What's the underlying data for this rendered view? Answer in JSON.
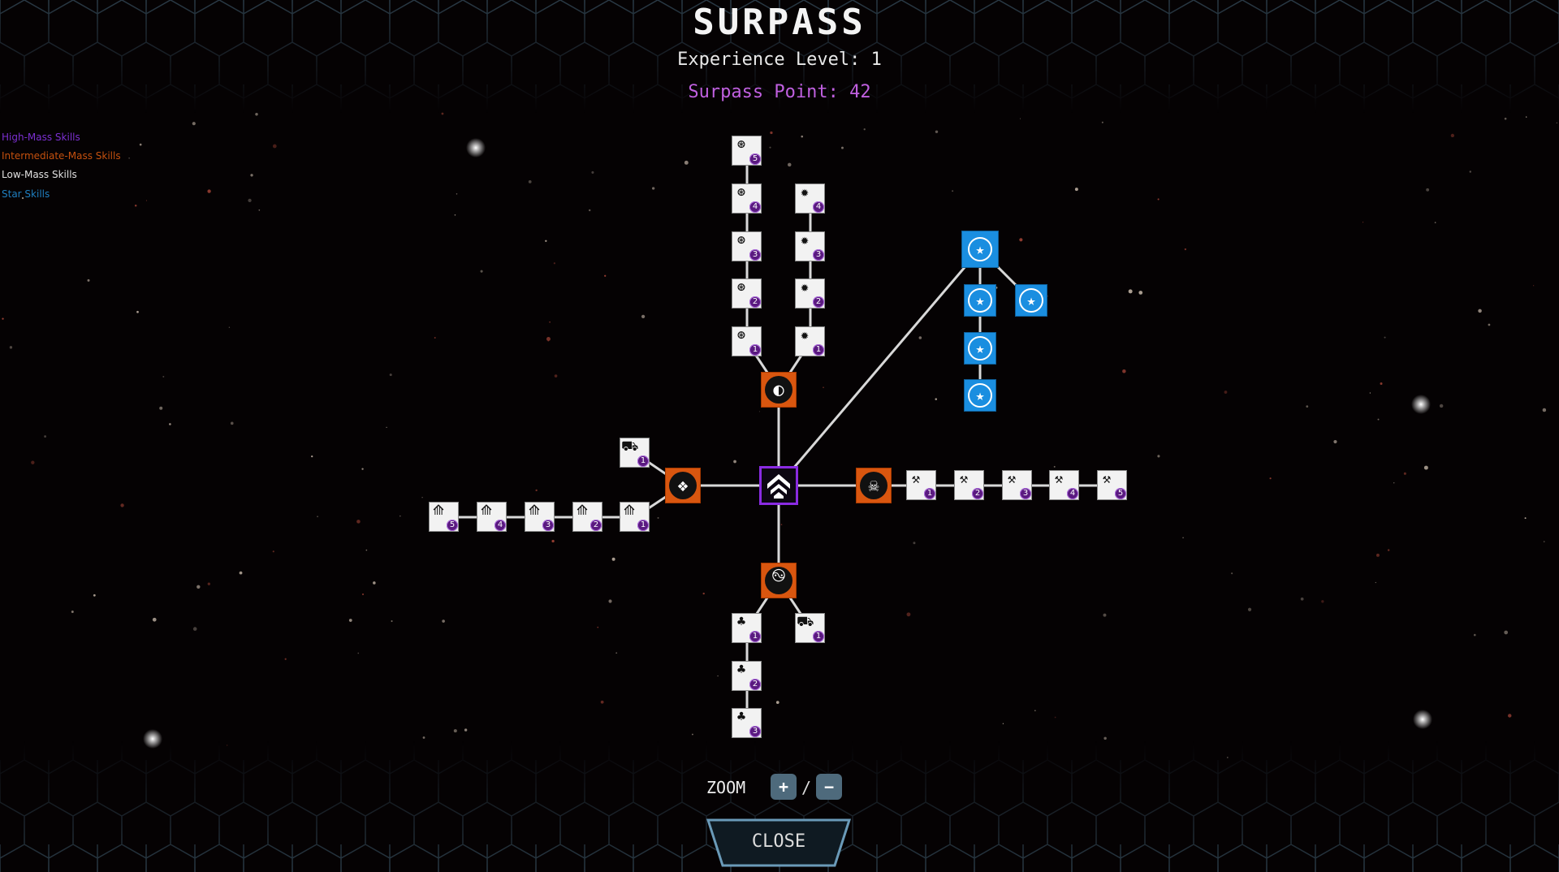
{
  "header": {
    "title": "SURPASS",
    "experience_level": "Experience Level: 1",
    "surpass_point": "Surpass Point: 42"
  },
  "legend": [
    {
      "label": "High-Mass Skills",
      "color": "#7b2fd0"
    },
    {
      "label": "Intermediate-Mass Skills",
      "color": "#c4500e"
    },
    {
      "label": "Low-Mass Skills",
      "color": "#e0e0e0"
    },
    {
      "label": "Star Skills",
      "color": "#1f7fc0"
    }
  ],
  "nodes": [
    {
      "id": "core",
      "type": "center",
      "icon": "chevrons-up-icon"
    },
    {
      "id": "top-hub",
      "type": "orange",
      "icon": "egg-icon",
      "glyph": "◐"
    },
    {
      "id": "left-hub",
      "type": "orange",
      "icon": "crystal-icon",
      "glyph": "❖"
    },
    {
      "id": "right-hub",
      "type": "orange",
      "icon": "skull-icon",
      "glyph": "☠"
    },
    {
      "id": "bottom-hub",
      "type": "orange",
      "icon": "swirl-icon",
      "glyph": "࿊"
    },
    {
      "id": "target-1",
      "type": "low",
      "icon": "target-icon",
      "glyph": "⊛",
      "level": "1"
    },
    {
      "id": "target-2",
      "type": "low",
      "icon": "target-icon",
      "glyph": "⊛",
      "level": "2"
    },
    {
      "id": "target-3",
      "type": "low",
      "icon": "target-icon",
      "glyph": "⊛",
      "level": "3"
    },
    {
      "id": "target-4",
      "type": "low",
      "icon": "target-icon",
      "glyph": "⊛",
      "level": "4"
    },
    {
      "id": "target-5",
      "type": "low",
      "icon": "target-icon",
      "glyph": "⊛",
      "level": "5"
    },
    {
      "id": "spikes-1",
      "type": "low",
      "icon": "spiked-orb-icon",
      "glyph": "✹",
      "level": "1"
    },
    {
      "id": "spikes-2",
      "type": "low",
      "icon": "spiked-orb-icon",
      "glyph": "✹",
      "level": "2"
    },
    {
      "id": "spikes-3",
      "type": "low",
      "icon": "spiked-orb-icon",
      "glyph": "✹",
      "level": "3"
    },
    {
      "id": "spikes-4",
      "type": "low",
      "icon": "spiked-orb-icon",
      "glyph": "✹",
      "level": "4"
    },
    {
      "id": "cart-left-1",
      "type": "low",
      "icon": "mine-cart-icon",
      "glyph": "⛟",
      "level": "1"
    },
    {
      "id": "crystal-1",
      "type": "low",
      "icon": "crystal-cluster-icon",
      "glyph": "⟰",
      "level": "1"
    },
    {
      "id": "crystal-2",
      "type": "low",
      "icon": "crystal-cluster-icon",
      "glyph": "⟰",
      "level": "2"
    },
    {
      "id": "crystal-3",
      "type": "low",
      "icon": "crystal-cluster-icon",
      "glyph": "⟰",
      "level": "3"
    },
    {
      "id": "crystal-4",
      "type": "low",
      "icon": "crystal-cluster-icon",
      "glyph": "⟰",
      "level": "4"
    },
    {
      "id": "crystal-5",
      "type": "low",
      "icon": "crystal-cluster-icon",
      "glyph": "⟰",
      "level": "5"
    },
    {
      "id": "pick-1",
      "type": "low",
      "icon": "pickaxe-icon",
      "glyph": "⚒",
      "level": "1"
    },
    {
      "id": "pick-2",
      "type": "low",
      "icon": "pickaxe-icon",
      "glyph": "⚒",
      "level": "2"
    },
    {
      "id": "pick-3",
      "type": "low",
      "icon": "pickaxe-icon",
      "glyph": "⚒",
      "level": "3"
    },
    {
      "id": "pick-4",
      "type": "low",
      "icon": "pickaxe-icon",
      "glyph": "⚒",
      "level": "4"
    },
    {
      "id": "pick-5",
      "type": "low",
      "icon": "pickaxe-icon",
      "glyph": "⚒",
      "level": "5"
    },
    {
      "id": "clover-1",
      "type": "low",
      "icon": "clover-icon",
      "glyph": "♣",
      "level": "1"
    },
    {
      "id": "clover-2",
      "type": "low",
      "icon": "clover-icon",
      "glyph": "♣",
      "level": "2"
    },
    {
      "id": "clover-3",
      "type": "low",
      "icon": "clover-icon",
      "glyph": "♣",
      "level": "3"
    },
    {
      "id": "cart-bottom-1",
      "type": "low",
      "icon": "mine-cart-icon",
      "glyph": "⛟",
      "level": "1"
    },
    {
      "id": "star-root",
      "type": "star big",
      "icon": "star-icon",
      "glyph": "★"
    },
    {
      "id": "star-a",
      "type": "star",
      "icon": "star-icon",
      "glyph": "★"
    },
    {
      "id": "star-b",
      "type": "star",
      "icon": "star-icon",
      "glyph": "★"
    },
    {
      "id": "star-c",
      "type": "star",
      "icon": "star-icon",
      "glyph": "★"
    },
    {
      "id": "star-d",
      "type": "star",
      "icon": "star-icon",
      "glyph": "★"
    }
  ],
  "footer": {
    "zoom_label": "ZOOM",
    "zoom_in": "+",
    "separator": "/",
    "zoom_out": "−",
    "close_label": "CLOSE"
  },
  "colors": {
    "accent": "#c060e0",
    "orange": "#d9560f",
    "star": "#1a8ee0",
    "hex_grid": "#2a3a46"
  }
}
